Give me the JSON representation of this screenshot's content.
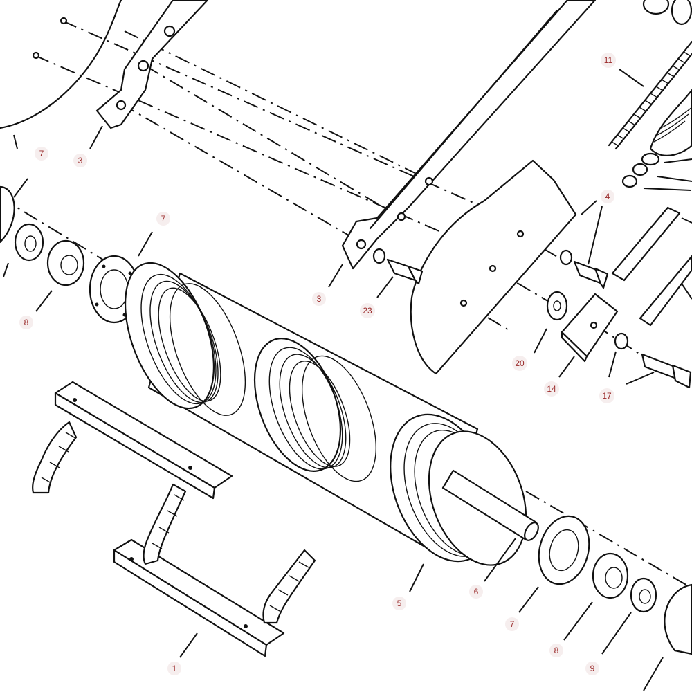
{
  "callouts": [
    {
      "id": "c1",
      "text": "1"
    },
    {
      "id": "c3a",
      "text": "3"
    },
    {
      "id": "c3b",
      "text": "3"
    },
    {
      "id": "c4",
      "text": "4"
    },
    {
      "id": "c5",
      "text": "5"
    },
    {
      "id": "c6",
      "text": "6"
    },
    {
      "id": "c7a",
      "text": "7"
    },
    {
      "id": "c7b",
      "text": "7"
    },
    {
      "id": "c7c",
      "text": "7"
    },
    {
      "id": "c8a",
      "text": "8"
    },
    {
      "id": "c8b",
      "text": "8"
    },
    {
      "id": "c9",
      "text": "9"
    },
    {
      "id": "c11",
      "text": "11"
    },
    {
      "id": "c14",
      "text": "14"
    },
    {
      "id": "c17",
      "text": "17"
    },
    {
      "id": "c20",
      "text": "20"
    },
    {
      "id": "c23",
      "text": "23"
    }
  ],
  "colors": {
    "line": "#111111",
    "label": "#9a2a2a",
    "label_bg": "#f6eeee",
    "background": "#ffffff"
  }
}
